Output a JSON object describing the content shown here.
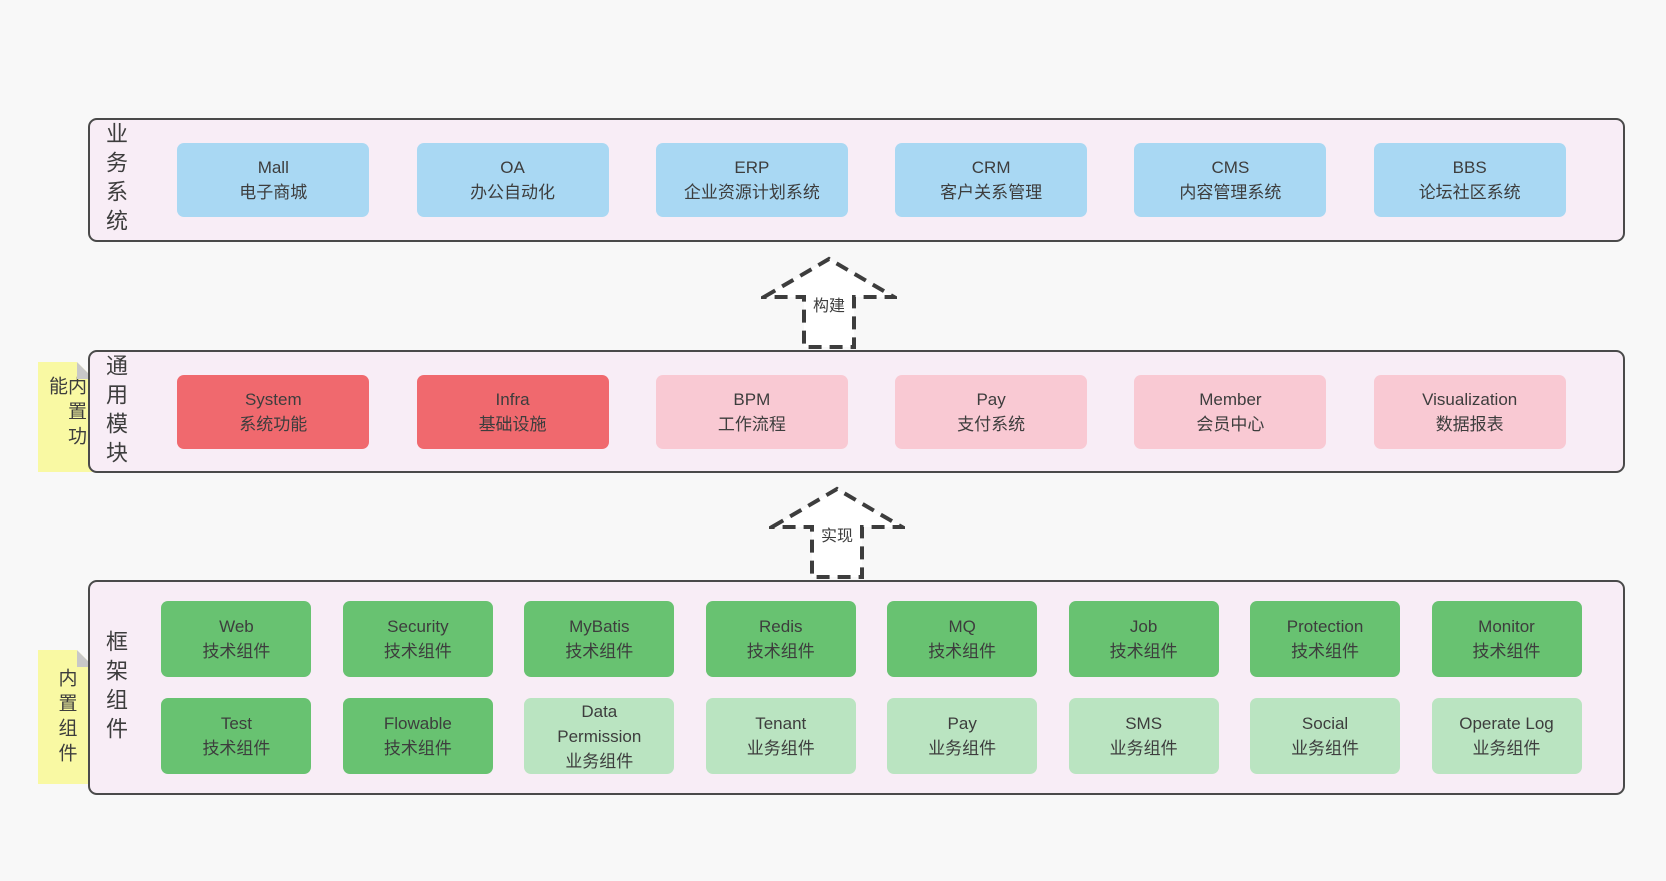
{
  "colors": {
    "page_bg": "#f8f8f8",
    "band_bg": "#f8edf6",
    "band_border": "#4a4a4a",
    "box_blue": "#a9d8f3",
    "box_red": "#f0696e",
    "box_pink": "#f9c9d3",
    "box_green": "#68c271",
    "box_light_green": "#bae4c1",
    "sticky_yellow": "#f9f9a3",
    "fold_gray": "#c8c8c8",
    "text": "#3d3d3d"
  },
  "bands": [
    {
      "label": "业务系统",
      "boxes": [
        {
          "en": "Mall",
          "zh": "电子商城"
        },
        {
          "en": "OA",
          "zh": "办公自动化"
        },
        {
          "en": "ERP",
          "zh": "企业资源计划系统"
        },
        {
          "en": "CRM",
          "zh": "客户关系管理"
        },
        {
          "en": "CMS",
          "zh": "内容管理系统"
        },
        {
          "en": "BBS",
          "zh": "论坛社区系统"
        }
      ]
    },
    {
      "label": "通用模块",
      "sticky": "内置功能",
      "boxes": [
        {
          "en": "System",
          "zh": "系统功能"
        },
        {
          "en": "Infra",
          "zh": "基础设施"
        },
        {
          "en": "BPM",
          "zh": "工作流程"
        },
        {
          "en": "Pay",
          "zh": "支付系统"
        },
        {
          "en": "Member",
          "zh": "会员中心"
        },
        {
          "en": "Visualization",
          "zh": "数据报表"
        }
      ]
    },
    {
      "label": "框架组件",
      "sticky": "内置组件",
      "rows": [
        [
          {
            "en": "Web",
            "zh": "技术组件"
          },
          {
            "en": "Security",
            "zh": "技术组件"
          },
          {
            "en": "MyBatis",
            "zh": "技术组件"
          },
          {
            "en": "Redis",
            "zh": "技术组件"
          },
          {
            "en": "MQ",
            "zh": "技术组件"
          },
          {
            "en": "Job",
            "zh": "技术组件"
          },
          {
            "en": "Protection",
            "zh": "技术组件"
          },
          {
            "en": "Monitor",
            "zh": "技术组件"
          }
        ],
        [
          {
            "en": "Test",
            "zh": "技术组件"
          },
          {
            "en": "Flowable",
            "zh": "技术组件"
          },
          {
            "en": "Data Permission",
            "zh": "业务组件"
          },
          {
            "en": "Tenant",
            "zh": "业务组件"
          },
          {
            "en": "Pay",
            "zh": "业务组件"
          },
          {
            "en": "SMS",
            "zh": "业务组件"
          },
          {
            "en": "Social",
            "zh": "业务组件"
          },
          {
            "en": "Operate Log",
            "zh": "业务组件"
          }
        ]
      ]
    }
  ],
  "arrows": [
    {
      "label": "构建"
    },
    {
      "label": "实现"
    }
  ]
}
